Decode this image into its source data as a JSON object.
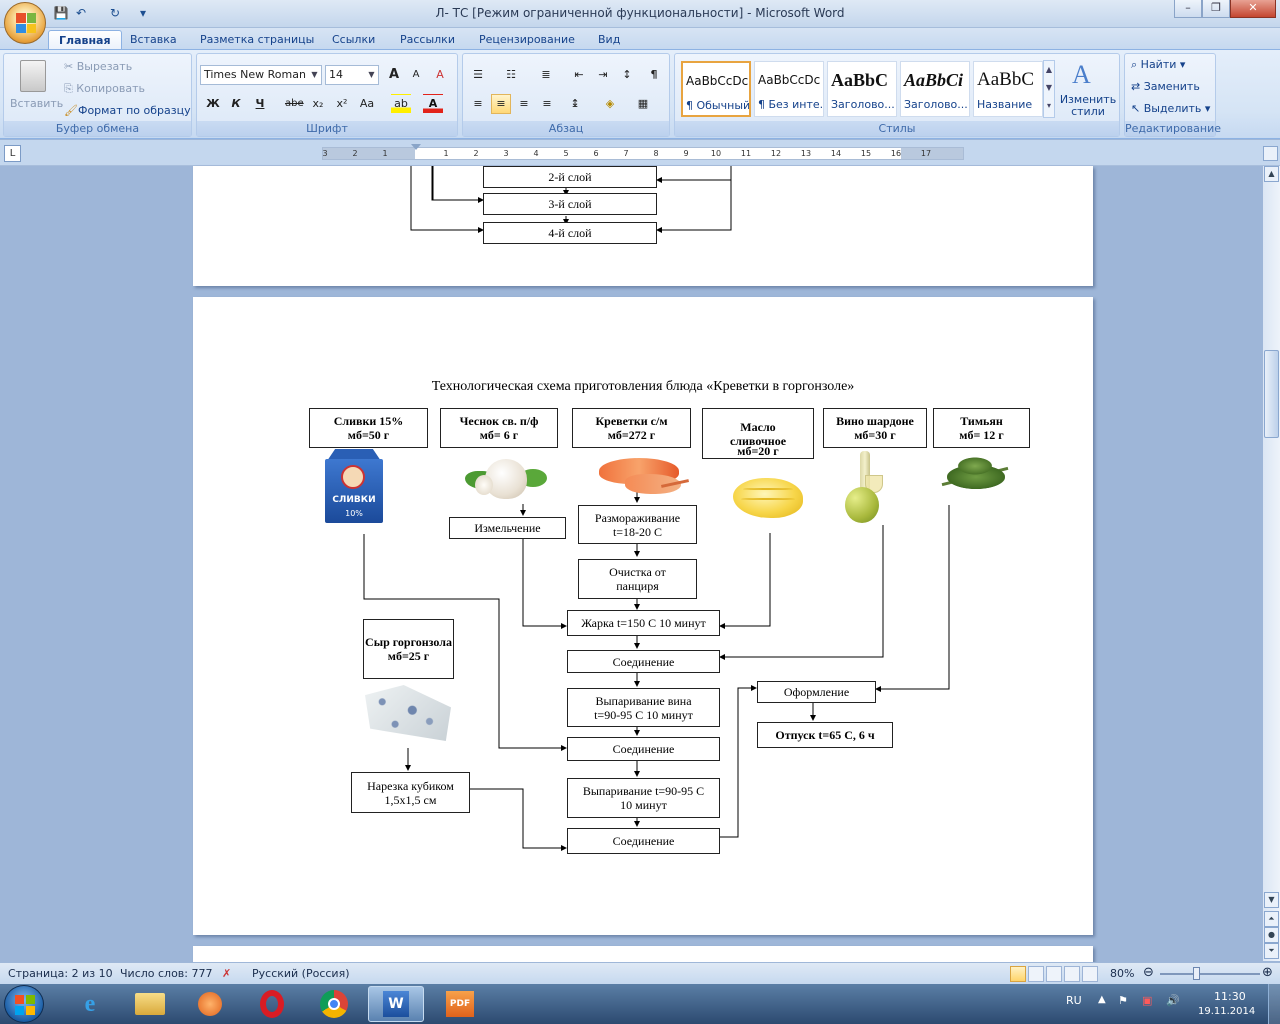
{
  "window": {
    "title": "Л- ТС [Режим ограниченной функциональности] - Microsoft Word",
    "minimize": "–",
    "restore": "❐",
    "close": "✕"
  },
  "quick_access": {
    "save": "💾",
    "undo": "↶",
    "redo": "↻",
    "more": "▾"
  },
  "tabs": [
    "Главная",
    "Вставка",
    "Разметка страницы",
    "Ссылки",
    "Рассылки",
    "Рецензирование",
    "Вид"
  ],
  "clipboard": {
    "label": "Буфер обмена",
    "paste": "Вставить",
    "cut": "Вырезать",
    "copy": "Копировать",
    "format_painter": "Формат по образцу"
  },
  "font": {
    "label": "Шрифт",
    "name": "Times New Roman",
    "size": "14",
    "bold": "Ж",
    "italic": "К",
    "underline": "Ч",
    "strike": "abe",
    "sub": "x₂",
    "sup": "x²",
    "case": "Aa",
    "grow": "A",
    "shrink": "A"
  },
  "paragraph": {
    "label": "Абзац",
    "pilcrow": "¶"
  },
  "styles": {
    "label": "Стилы",
    "items": [
      {
        "preview": "AaBbCcDc",
        "name": "¶ Обычный"
      },
      {
        "preview": "AaBbCcDc",
        "name": "¶ Без инте..."
      },
      {
        "preview": "AaBbC",
        "name": "Заголово..."
      },
      {
        "preview": "AaBbCi",
        "name": "Заголово..."
      },
      {
        "preview": "AaBbC",
        "name": "Название"
      }
    ],
    "change": "Изменить стили"
  },
  "editing": {
    "label": "Редактирование",
    "find": "Найти",
    "replace": "Заменить",
    "select": "Выделить"
  },
  "ruler": {
    "tab_selector": "L",
    "numbers": [
      "3",
      "2",
      "1",
      "1",
      "2",
      "3",
      "4",
      "5",
      "6",
      "7",
      "8",
      "9",
      "10",
      "11",
      "12",
      "13",
      "14",
      "15",
      "16",
      "17"
    ]
  },
  "doc": {
    "prev_layers": [
      "2-й слой",
      "3-й слой",
      "4-й слой"
    ],
    "title": "Технологическая схема приготовления блюда «Креветки в горгонзоле»",
    "ingredients": [
      {
        "name": "Сливки 15%",
        "mass": "мб=50 г"
      },
      {
        "name": "Чеснок св. п/ф",
        "mass": "мб= 6 г"
      },
      {
        "name": "Креветки с/м",
        "mass": "мб=272 г"
      },
      {
        "name": "Масло сливочное",
        "mass": "мб=20 г"
      },
      {
        "name": "Вино шардоне",
        "mass": "мб=30 г"
      },
      {
        "name": "Тимьян",
        "mass": "мб= 12 г"
      },
      {
        "name": "Сыр горгонзола",
        "mass": "мб=25 г"
      }
    ],
    "cream_pack": "СЛИВКИ",
    "cream_pct": "10%",
    "steps": {
      "grind": "Измельчение",
      "thaw1": "Размораживание",
      "thaw2": "t=18-20 С",
      "peel1": "Очистка от",
      "peel2": "панциря",
      "fry": "Жарка t=150 С 10 минут",
      "join1": "Соединение",
      "evap1a": "Выпаривание вина",
      "evap1b": "t=90-95 С 10 минут",
      "join2": "Соединение",
      "evap2a": "Выпаривание t=90-95 С",
      "evap2b": "10 минут",
      "join3": "Соединение",
      "cube1": "Нарезка кубиком",
      "cube2": "1,5х1,5 см",
      "decor": "Оформление",
      "serve": "Отпуск t=65 С, 6 ч"
    }
  },
  "status": {
    "page": "Страница: 2 из 10",
    "words": "Число слов: 777",
    "lang": "Русский (Россия)",
    "zoom": "80%"
  },
  "tray": {
    "lang": "RU",
    "time": "11:30",
    "date": "19.11.2014"
  }
}
